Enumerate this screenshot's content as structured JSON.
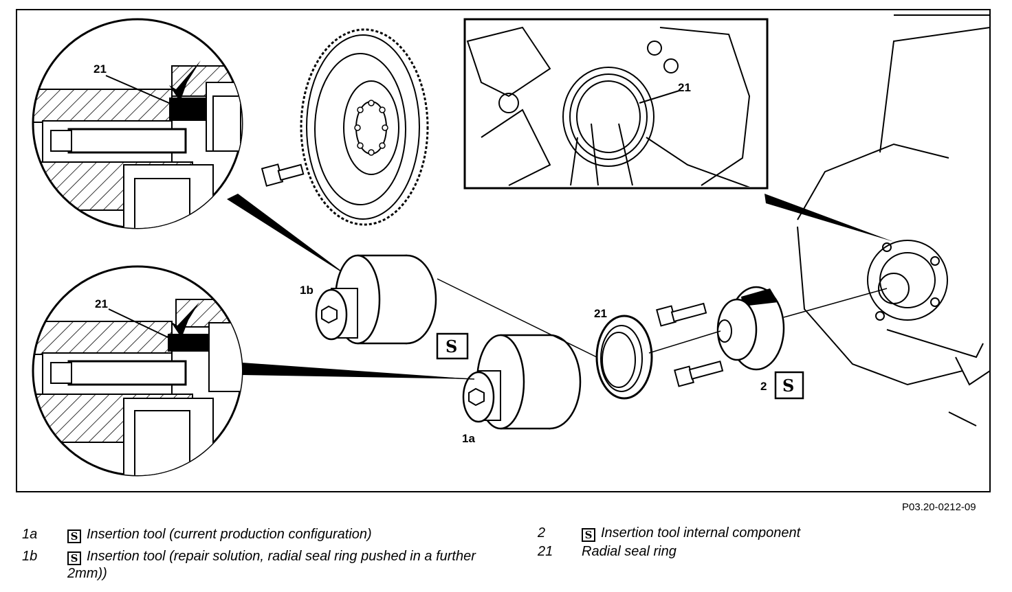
{
  "figure": {
    "reference_code": "P03.20-0212-09",
    "callouts": {
      "seal_top_detail": "21",
      "seal_bottom_detail": "21",
      "seal_inset": "21",
      "seal_ring": "21",
      "tool_1b": "1b",
      "tool_1a": "1a",
      "tool_2": "2"
    },
    "tool_symbol": "special-tool-icon"
  },
  "legend": {
    "items": [
      {
        "key": "1a",
        "text": "Insertion tool (current production configuration)",
        "has_tool_symbol": true
      },
      {
        "key": "1b",
        "text": "Insertion tool (repair solution, radial seal ring pushed in a further 2mm))",
        "has_tool_symbol": true
      },
      {
        "key": "2",
        "text": "Insertion tool internal component",
        "has_tool_symbol": true
      },
      {
        "key": "21",
        "text": "Radial seal ring",
        "has_tool_symbol": false
      }
    ]
  }
}
